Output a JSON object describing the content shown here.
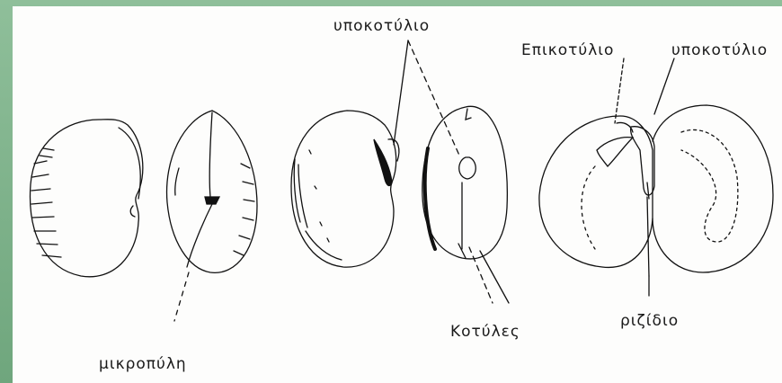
{
  "labels": {
    "hypocotyl_top": "υποκοτύλιο",
    "epicotyl": "Επικοτύλιο",
    "hypocotyl_right": "υποκοτύλιο",
    "micropyle": "μικροπύλη",
    "cotyledons": "Κοτύλες",
    "radicle": "ριζίδιο"
  }
}
